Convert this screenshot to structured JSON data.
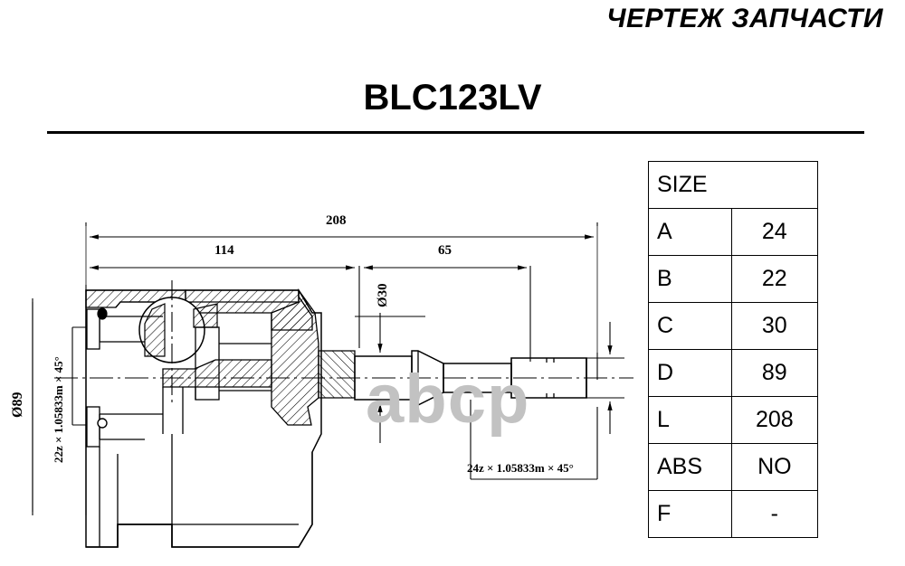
{
  "header": {
    "title": "ЧЕРТЕЖ ЗАПЧАСТИ"
  },
  "part": {
    "number": "BLC123LV"
  },
  "spec_table": {
    "header_label": "SIZE",
    "header_value": "",
    "rows": [
      {
        "label": "A",
        "value": "24"
      },
      {
        "label": "B",
        "value": "22"
      },
      {
        "label": "C",
        "value": "30"
      },
      {
        "label": "D",
        "value": "89"
      },
      {
        "label": "L",
        "value": "208"
      },
      {
        "label": "ABS",
        "value": "NO"
      },
      {
        "label": "F",
        "value": "-"
      }
    ]
  },
  "drawing": {
    "description": "CV joint cross-section technical drawing",
    "dimensions": {
      "overall_length": "208",
      "joint_length": "114",
      "shaft_length": "65",
      "shaft_diameter": "Ø30",
      "joint_diameter": "Ø89",
      "inner_spline": "22z × 1.05833m × 45°",
      "outer_spline": "24z × 1.05833m × 45°"
    }
  },
  "watermark": {
    "text": "abcp",
    "color": "#c2c2c2"
  },
  "colors": {
    "line": "#000000",
    "background": "#ffffff",
    "watermark": "#c2c2c2"
  }
}
